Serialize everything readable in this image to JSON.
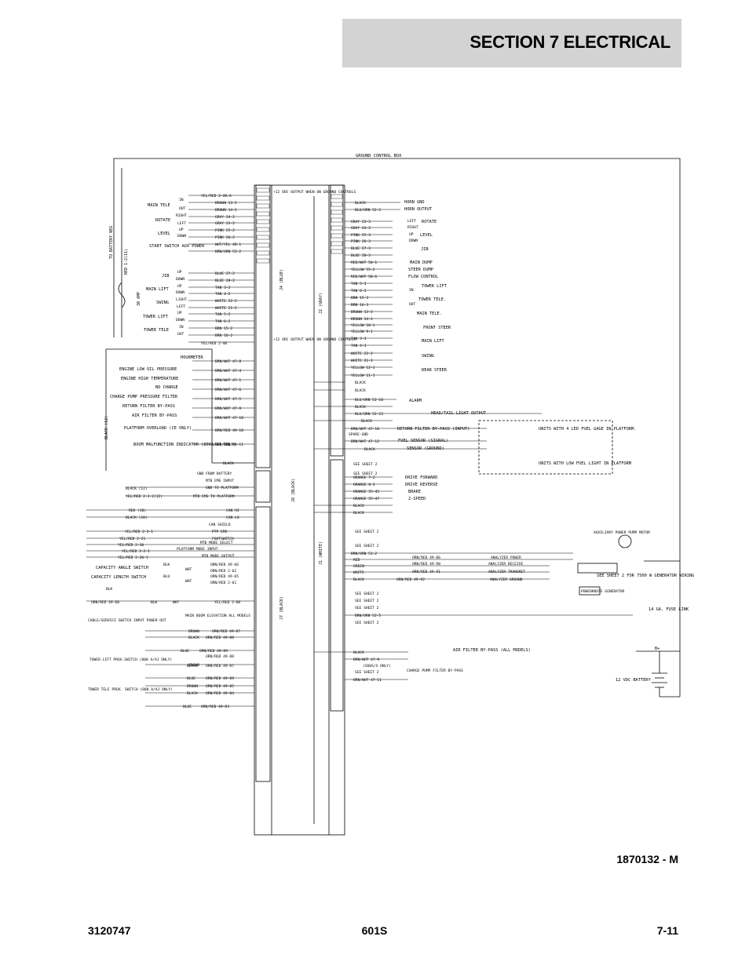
{
  "header": {
    "section_title": "SECTION 7   ELECTRICAL"
  },
  "diagram": {
    "box_title": "GROUND CONTROL BOX",
    "battery_neg": "TO BATTERY NEG",
    "red_wire": "RED 1-2(11)",
    "fuse": "30 AMP",
    "black_12": "BLACK (12)",
    "j4_label": "J4 (BLUE)",
    "j2_label": "J2 (GRAY)",
    "j8_label": "J8 (BLACK)",
    "j1_label": "J1 (WHITE)",
    "j7_label": "J7 (BLACK)",
    "output_top": "+12 VDC OUTPUT WHEN ON GROUND CONTROLS",
    "output_mid": "+12 VDC OUTPUT WHEN ON GROUND CONTROLS",
    "switch_groups": [
      {
        "name": "MAIN TELE",
        "a": "IN",
        "b": "OUT"
      },
      {
        "name": "ROTATE",
        "a": "RIGHT",
        "b": "LEFT"
      },
      {
        "name": "LEVEL",
        "a": "UP",
        "b": "DOWN"
      },
      {
        "name": "START SWITCH AUX POWER",
        "a": "",
        "b": ""
      },
      {
        "name": "JIB",
        "a": "UP",
        "b": "DOWN"
      },
      {
        "name": "MAIN LIFT",
        "a": "UP",
        "b": "DOWN"
      },
      {
        "name": "SWING",
        "a": "LIGHT",
        "b": "LEFT"
      },
      {
        "name": "TOWER LIFT",
        "a": "UP",
        "b": "DOWN"
      },
      {
        "name": "TOWER TELE",
        "a": "IN",
        "b": "OUT"
      }
    ],
    "j4_wires": [
      "YEL/RED 2-40-A",
      "BROWN 13-2",
      "BROWN 14-2",
      "GRAY 24-2",
      "GRAY 23-2",
      "PINK 25-2",
      "PINK 26-2",
      "WHT/YEL 48-1",
      "BRN/ORN 53-2",
      "BLUE 27-2",
      "BLUE 28-2",
      "TAN 3-2",
      "TAN 4-2",
      "WHITE 22-2",
      "WHITE 21-2",
      "TAN 5-2",
      "TAN 6-2",
      "BRN 15-2",
      "BRN 16-2",
      "YEL/RED 2-40"
    ],
    "gauges": [
      {
        "label": "HOURMETER",
        "wire": "BRN/WHT 47-8"
      },
      {
        "label": "ENGINE LOW OIL PRESSURE",
        "wire": "BRN/WHT 47-4"
      },
      {
        "label": "ENGINE HIGH TEMPERATURE",
        "wire": "BRN/WHT 47-1"
      },
      {
        "label": "NO CHARGE",
        "wire": "BRN/WHT 47-6"
      },
      {
        "label": "CHARGE PUMP PRESSURE FILTER",
        "wire": "BRN/WHT 47-5"
      },
      {
        "label": "RETURN FILTER BY-PASS",
        "wire": "BRN/WHT 47-9"
      },
      {
        "label": "AIR FILTER BY-PASS",
        "wire": "BRN/WHT 47-10"
      },
      {
        "label": "PLATFORM OVERLOAD (CE ONLY)",
        "wire": "BRN/RED 49-10"
      },
      {
        "label": "BOOM MALFUNCTION INDICATOR (800A/AJ ONLY)",
        "wire": "BRN/RED 49-11"
      }
    ],
    "j4_black": "BLACK",
    "j2_wires": [
      "BLACK",
      "BLU/ORN 52-2",
      "GRAY 23-3",
      "GRAY 24-3",
      "PINK 25-3",
      "PINK 26-3",
      "BLUE 27-3",
      "BLUE 28-3",
      "RED/WHT 58-1",
      "YELLOW 55-2",
      "RED/WHT 58-6",
      "TAN 5-3",
      "TAN 6-3",
      "BRN 15-3",
      "BRN 16-3",
      "BROWN 13-3",
      "BROWN 14-3",
      "YELLOW 10-1",
      "YELLOW 9-1",
      "TAN 3-3",
      "TAN 4-3",
      "WHITE 22-3",
      "WHITE 21-3",
      "YELLOW 12-1",
      "YELLOW 11-1",
      "BLACK",
      "BLACK",
      "BLU/ORN 52-10",
      "BLACK",
      "BLU/ORN 52-12",
      "BLACK",
      "BRN/WHT 47-10",
      "SPARE-GND",
      "BRN/WHT 47-12",
      "BLACK"
    ],
    "functions": [
      "HORN GND",
      "HORN OUTPUT",
      "ROTATE",
      "LEVEL",
      "JIB",
      "MAIN DUMP",
      "STEER DUMP",
      "FLOW CONTROL",
      "TOWER LIFT",
      "TOWER TELE.",
      "MAIN TELE.",
      "FRONT STEER",
      "MAIN LIFT",
      "SWING",
      "REAR STEER",
      "ALARM",
      "HEAD/TAIL LIGHT OUTPUT",
      "RETURN FILTER BY-PASS (INPUT)",
      "FUEL SENSOR (SIGNAL)",
      "SENSOR (GROUND)"
    ],
    "dir_labels": [
      "LEFT",
      "RIGHT",
      "UP",
      "DOWN",
      "IN",
      "OUT"
    ],
    "fuel_note_1": "UNITS WITH 4 LED FUEL GAGE IN PLATFORM.",
    "fuel_note_2": "UNITS WITH LOW FUEL LIGHT IN PLATFORM",
    "j8_wires": [
      "GND FROM BATTERY",
      "MTB EMS INPUT",
      "GND TO PLATFORM",
      "MTB EMS TO PLATFORM"
    ],
    "j8_left": [
      "BLACK (12)",
      "YEL/RED 2-1-2(12)"
    ],
    "j7_left": [
      "RED (18)",
      "BLACK (18)",
      "YEL/RED 2-3-1",
      "YEL/RED 2-21",
      "YEL/RED 2-30",
      "YEL/RED 2-2-1",
      "YEL/RED 2-30-1"
    ],
    "j7_mid": [
      "CAN HI",
      "CAN LO",
      "CAN SHIELD",
      "PTP EMS",
      "FOOTSWITCH",
      "MTB MODE SELECT",
      "PLATFORM MODE INPUT",
      "MTB MODE OUTPUT"
    ],
    "j2_lower": [
      "SEE SHEET 2",
      "SEE SHEET 2",
      "ORANGE 7-2",
      "ORANGE 8-2",
      "ORANGE 55-45",
      "ORANGE 55-47",
      "BLACK",
      "BLACK"
    ],
    "drive": [
      "DRIVE FORWARD",
      "DRIVE REVERSE",
      "BRAKE",
      "2-SPEED"
    ],
    "j1_wires": [
      "SEE SHEET 2",
      "SEE SHEET 2",
      "BRN/ORN 53-2",
      "RED",
      "GREEN",
      "WHITE",
      "BLACK",
      "SEE SHEET 2",
      "SEE SHEET 2",
      "SEE SHEET 2",
      "BRN/ORN 52-5",
      "SEE SHEET 2",
      "BLACK",
      "BRN/WHT 47-9",
      "SEE SHEET 2",
      "BRN/WHT 47-11"
    ],
    "analyzer": [
      "ANALYZER POWER",
      "ANALYZER RECEIVE",
      "ANALYZER TRANSMIT",
      "ANALYZER GROUND"
    ],
    "analyzer_wires": [
      "ORN/RED 49-86",
      "ORN/RED 49-90",
      "ORN/RED 49-91",
      "ORN/RED 49-92"
    ],
    "generator_note": "SEE SHEET 2 FOR 7500 W GENERATOR WIRING",
    "aux_pump": "AUXILIARY POWER PUMP MOTOR",
    "powerknife": "POWERKNIFE GENERATOR",
    "fuse_link": "14 GA. FUSE LINK",
    "b_plus": "B+",
    "battery": "12 VDC BATTERY",
    "air_filter_note": "AIR FILTER BY-PASS (ALL MODELS)",
    "charge_pump_note": "CHARGE PUMP FILTER BY-PASS",
    "s60": "(S60S/X ONLY)",
    "sensors": [
      {
        "label": "CAPACITY ANGLE SWITCH",
        "a": "BLK",
        "b": "WHT",
        "w1": "ORN/RED 49-66",
        "w2": "ORN/RED 2-62"
      },
      {
        "label": "CAPACITY LENGTH SWITCH",
        "a": "BLU",
        "b": "WHT",
        "w1": "ORN/RED 49-65",
        "w2": "ORN/RED 2-61"
      },
      {
        "label": "MAIN BOOM ELEVATION ALL MODELS",
        "a": "BLK",
        "b": "WHT",
        "w1": "ORN/RED 49-60",
        "w2": "YEL/RED 2-60"
      }
    ],
    "blk": "BLK",
    "cable_switch": "CABLE/SERVICE SWITCH INPUT POWER OUT",
    "tower_lift_switch": "TOWER LIFT PROX.SWITCH (800 A/AJ ONLY)",
    "tower_tele_switch": "TOWER TELE PROX. SWITCH (800 A/AJ ONLY)",
    "j7_wires": [
      "BROWN",
      "BLACK",
      "BLUE",
      "BROWN",
      "BLACK",
      "BLUE",
      "BROWN",
      "BLACK",
      "BLUE"
    ],
    "j7_wire_ids": [
      "ORN/RED 49-87",
      "ORN/RED 49-88",
      "ORN/RED 49-89",
      "ORN/RED 49-88",
      "ORN/RED 49-87",
      "ORN/RED 49-89",
      "ORN/RED 49-85",
      "ORN/RED 49-84",
      "ORN/RED 49-83"
    ]
  },
  "drawing_number": "1870132 - M",
  "footer": {
    "left": "3120747",
    "center": "601S",
    "right": "7-11"
  }
}
